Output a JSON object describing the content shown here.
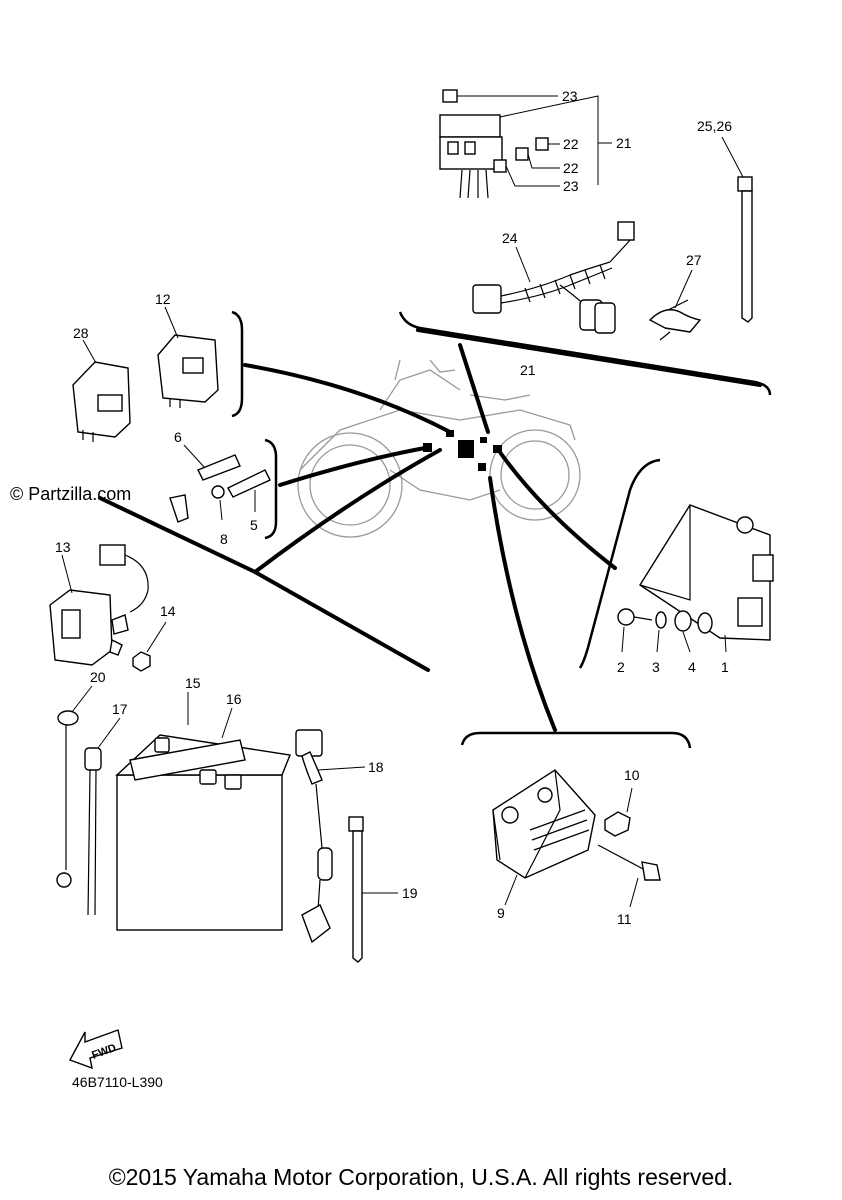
{
  "watermark": "© Partzilla.com",
  "diagram_code": "46B7110-L390",
  "copyright": "©2015 Yamaha Motor Corporation, U.S.A. All rights reserved.",
  "fwd_label": "FWD",
  "callouts": {
    "c1": "1",
    "c2": "2",
    "c3": "3",
    "c4": "4",
    "c5": "5",
    "c6": "6",
    "c8": "8",
    "c9": "9",
    "c10": "10",
    "c11": "11",
    "c12": "12",
    "c13": "13",
    "c14": "14",
    "c15": "15",
    "c16": "16",
    "c17": "17",
    "c18": "18",
    "c19": "19",
    "c20": "20",
    "c21a": "21",
    "c21b": "21",
    "c22a": "22",
    "c22b": "22",
    "c23a": "23",
    "c23b": "23",
    "c24": "24",
    "c2526": "25,26",
    "c27": "27",
    "c28": "28"
  }
}
